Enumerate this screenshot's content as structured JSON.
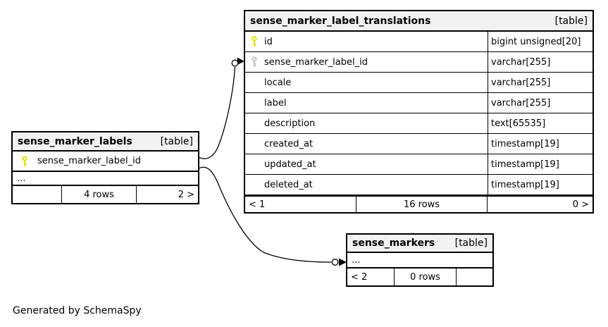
{
  "generated_by": "Generated by SchemaSpy",
  "badge": "[table]",
  "colors": {
    "header_bg": "#f2f2f2",
    "border": "#000000",
    "primary_key_icon": "#e0e000",
    "foreign_key_icon": "#c0c0c0"
  },
  "icons": {
    "primary_key": "key-icon-yellow",
    "foreign_key": "key-icon-gray"
  },
  "translations": {
    "title": "sense_marker_label_translations",
    "columns": [
      {
        "name": "id",
        "type": "bigint unsigned[20]",
        "key": "primary"
      },
      {
        "name": "sense_marker_label_id",
        "type": "varchar[255]",
        "key": "foreign"
      },
      {
        "name": "locale",
        "type": "varchar[255]",
        "key": ""
      },
      {
        "name": "label",
        "type": "varchar[255]",
        "key": ""
      },
      {
        "name": "description",
        "type": "text[65535]",
        "key": ""
      },
      {
        "name": "created_at",
        "type": "timestamp[19]",
        "key": ""
      },
      {
        "name": "updated_at",
        "type": "timestamp[19]",
        "key": ""
      },
      {
        "name": "deleted_at",
        "type": "timestamp[19]",
        "key": ""
      }
    ],
    "footer": {
      "left": "< 1",
      "center": "16 rows",
      "right": "0 >"
    }
  },
  "labels": {
    "title": "sense_marker_labels",
    "columns": [
      {
        "name": "sense_marker_label_id",
        "key": "primary"
      }
    ],
    "ellipsis": "...",
    "footer": {
      "left": "",
      "center": "4 rows",
      "right": "2 >"
    }
  },
  "markers": {
    "title": "sense_markers",
    "ellipsis": "...",
    "footer": {
      "left": "< 2",
      "center": "0 rows",
      "right": ""
    }
  }
}
